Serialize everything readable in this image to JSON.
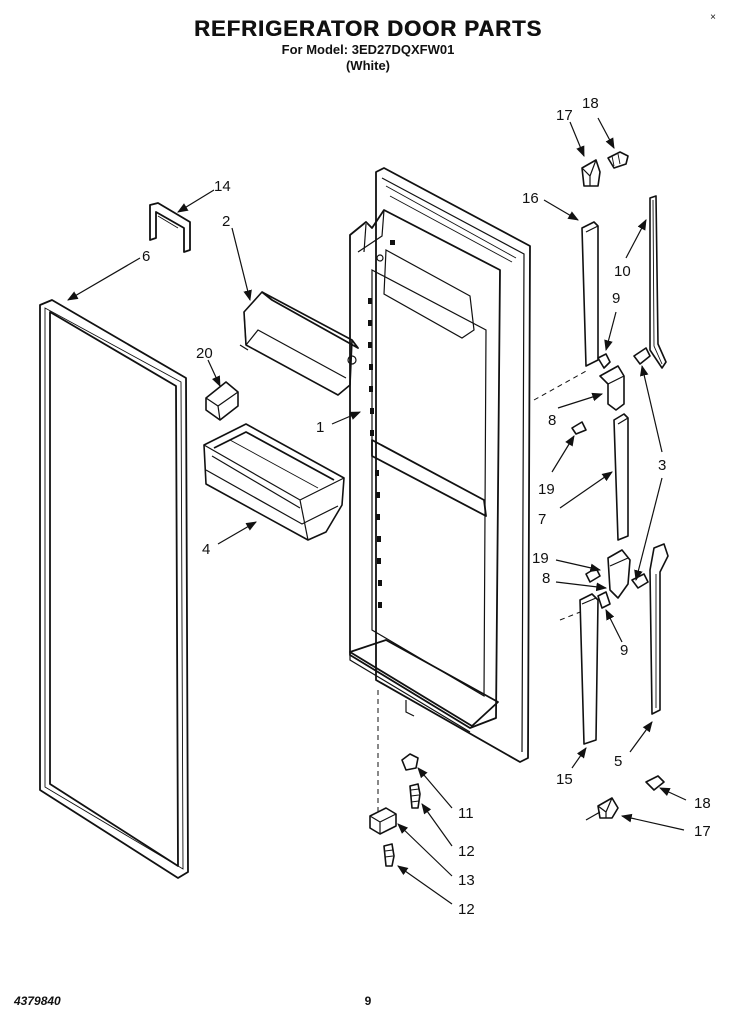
{
  "diagram": {
    "title": "REFRIGERATOR DOOR PARTS",
    "model_line": "For Model: 3ED27DQXFW01",
    "color_line": "(White)",
    "document_number": "4379840",
    "page_number": "9",
    "corner_mark": "×"
  },
  "callouts": {
    "c1": "1",
    "c2": "2",
    "c3": "3",
    "c4": "4",
    "c5": "5",
    "c6": "6",
    "c7": "7",
    "c8a": "8",
    "c8b": "8",
    "c9a": "9",
    "c9b": "9",
    "c10": "10",
    "c11": "11",
    "c12a": "12",
    "c12b": "12",
    "c13": "13",
    "c14": "14",
    "c15": "15",
    "c16": "16",
    "c17a": "17",
    "c17b": "17",
    "c18a": "18",
    "c18b": "18",
    "c19a": "19",
    "c19b": "19",
    "c20": "20"
  }
}
